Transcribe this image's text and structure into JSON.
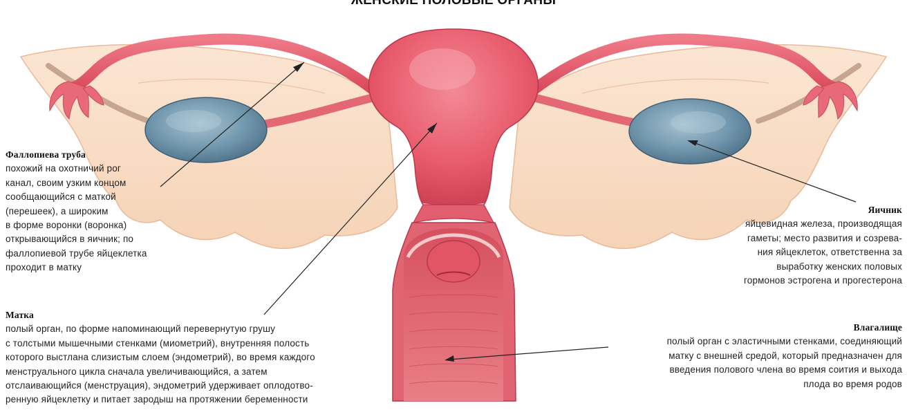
{
  "title": "ЖЕНСКИЕ ПОЛОВЫЕ ОРГАНЫ",
  "colors": {
    "uterus": "#e8596a",
    "ligament": "#f7dcc4",
    "ovary": "#6e96ad",
    "arrow": "#222222"
  },
  "labels": {
    "tube": {
      "title": "Фаллопиева труба",
      "lines": [
        "похожий на охотничий рог",
        "канал, своим узким концом",
        "сообщающийся с маткой",
        "(перешеек), а широким",
        "в форме воронки (воронка)",
        "открывающийся в яичник; по",
        "фаллопиевой трубе яйцеклетка",
        "проходит в матку"
      ]
    },
    "uterus": {
      "title": "Матка",
      "lines": [
        "полый орган, по форме напоминающий перевернутую грушу",
        "с толстыми мышечными стенками (миометрий), внутренняя полость",
        "которого выстлана слизистым слоем (эндометрий), во время каждого",
        "менструального цикла сначала увеличивающийся, а затем",
        "отслаивающийся (менструация), эндометрий удерживает оплодотво-",
        "ренную яйцеклетку и питает зародыш на протяжении беременности"
      ]
    },
    "ovary": {
      "title": "Яичник",
      "lines": [
        "яйцевидная железа, производящая",
        "гаметы; место развития и созрева-",
        "ния яйцеклеток, ответственна за",
        "выработку женских половых",
        "гормонов эстрогена и прогестерона"
      ]
    },
    "vagina": {
      "title": "Влагалище",
      "lines": [
        "полый орган с эластичными стенками, соединяющий",
        "матку с внешней средой, который предназначен для",
        "введения полового члена во время соития и выхода",
        "плода во время родов"
      ]
    }
  }
}
